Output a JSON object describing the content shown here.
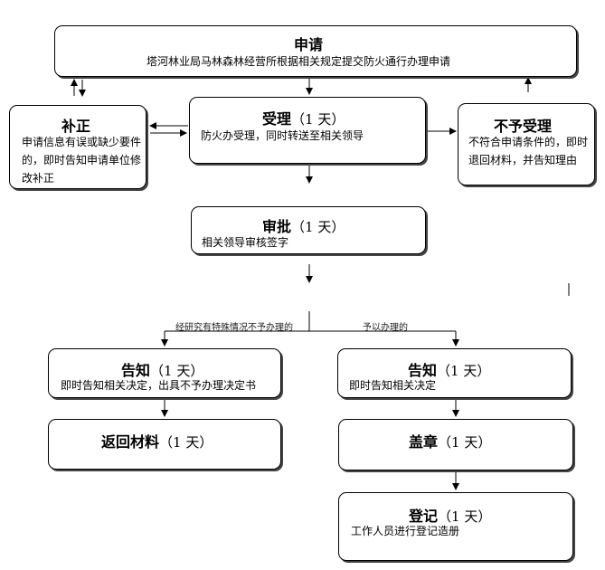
{
  "nodes": {
    "apply": {
      "title": "申请",
      "desc": "塔河林业局马林森林经营所根据相关规定提交防火通行办理申请"
    },
    "correct": {
      "title": "补正",
      "desc": "申请信息有误或缺少要件的，即时告知申请单位修改补正"
    },
    "accept": {
      "title": "受理",
      "duration": "（1 天）",
      "desc": "防火办受理，同时转送至相关领导"
    },
    "reject": {
      "title": "不予受理",
      "desc": "不符合申请条件的，即时退回材料，并告知理由"
    },
    "approve": {
      "title": "审批",
      "duration": "（1 天）",
      "desc": "相关领导审核签字"
    },
    "notify_left": {
      "title": "告知",
      "duration": "（1 天）",
      "desc": "即时告知相关决定，出具不予办理决定书"
    },
    "return": {
      "title": "返回材料",
      "duration": "（1 天）"
    },
    "notify_right": {
      "title": "告知",
      "duration": "（1 天）",
      "desc": "即时告知相关决定"
    },
    "seal": {
      "title": "盖章",
      "duration": "（1 天）"
    },
    "register": {
      "title": "登记",
      "duration": "（1 天）",
      "desc": "工作人员进行登记造册"
    }
  },
  "branches": {
    "left": "经研究有特殊情况不予办理的",
    "right": "予以办理的"
  }
}
